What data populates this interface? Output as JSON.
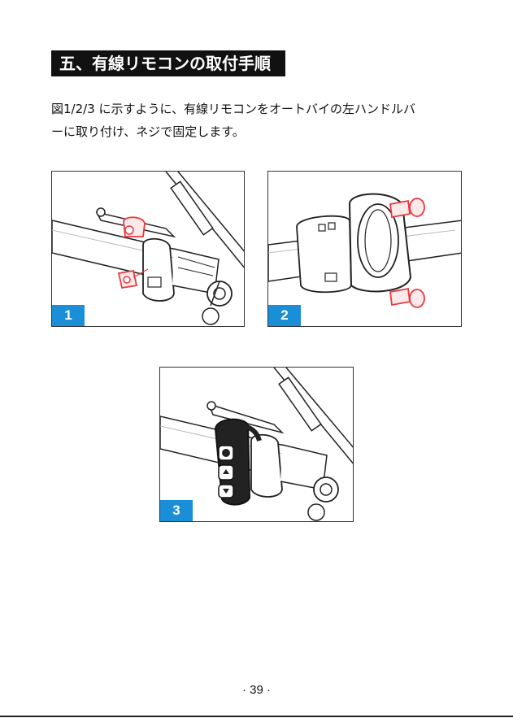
{
  "section": {
    "title": "五、有線リモコンの取付手順"
  },
  "instruction": {
    "text": "図1/2/3 に示すように、有線リモコンをオートバイの左ハンドルバ\nーに取り付け、ネジで固定します。"
  },
  "figures": [
    {
      "label": "1"
    },
    {
      "label": "2"
    },
    {
      "label": "3"
    }
  ],
  "page": {
    "number": "· 39 ·"
  },
  "colors": {
    "header_bg": "#111111",
    "figure_badge": "#1a8fd8",
    "screw_red": "#e8383d"
  }
}
